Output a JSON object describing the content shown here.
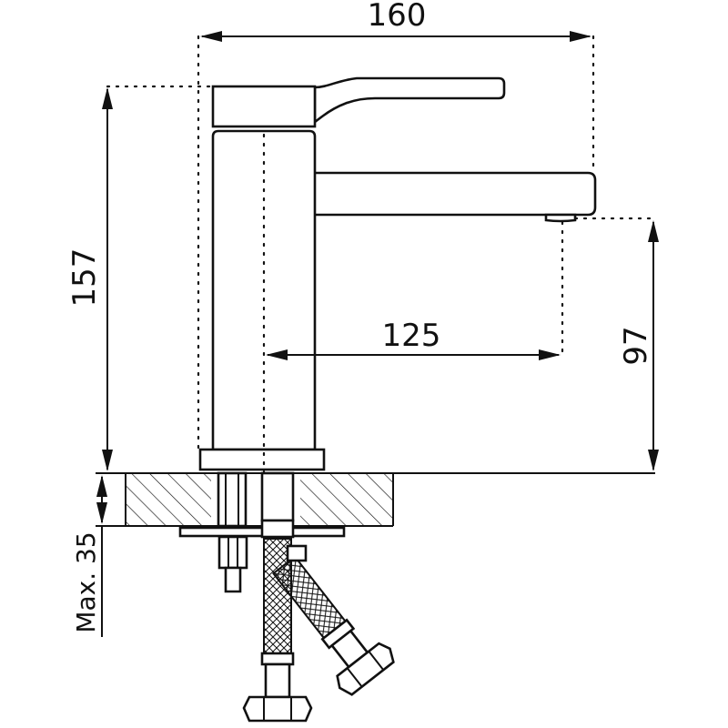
{
  "dimensions": {
    "total_width": "160",
    "total_height": "157",
    "spout_reach": "125",
    "spout_height": "97",
    "max_mount": "Max. 35"
  }
}
